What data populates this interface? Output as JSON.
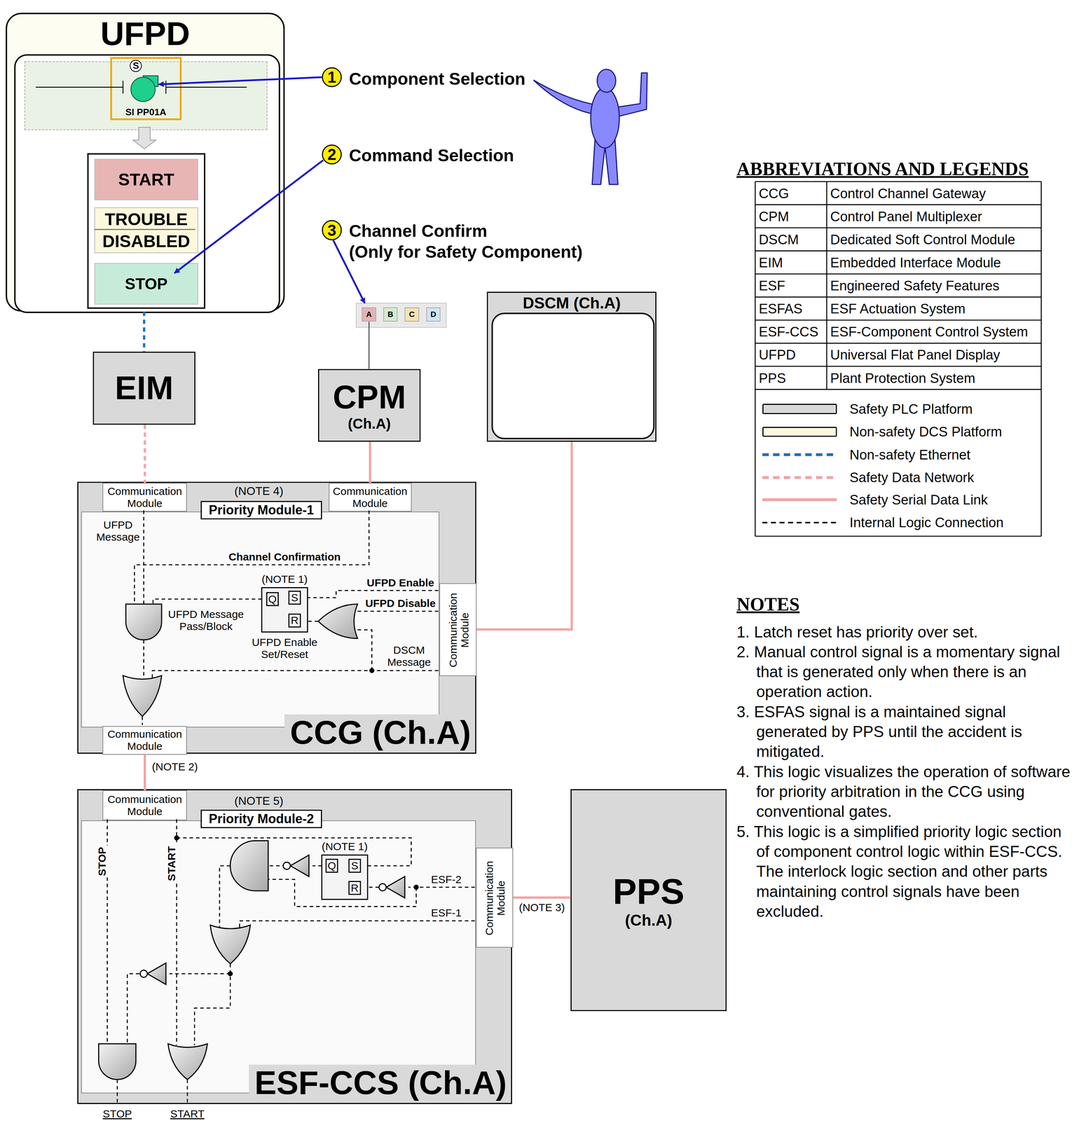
{
  "diagram": {
    "nodes": [
      {
        "text": [
          "UFPD"
        ]
      },
      {
        "text": [
          "SI PP01A"
        ],
        "in": 0
      },
      {
        "text": [
          "START"
        ],
        "in": 0
      },
      {
        "text": [
          "TROUBLE",
          "DISABLED"
        ],
        "in": 0
      },
      {
        "text": [
          "STOP"
        ],
        "in": 0
      },
      {
        "text": [
          "EIM"
        ]
      },
      {
        "text": [
          "A"
        ]
      },
      {
        "text": [
          "B"
        ]
      },
      {
        "text": [
          "C"
        ]
      },
      {
        "text": [
          "D"
        ]
      },
      {
        "text": [
          "CPM",
          "(Ch.A)"
        ]
      },
      {
        "text": [
          "DSCM (Ch.A)"
        ]
      },
      {
        "text": [
          "CCG (Ch.A)"
        ]
      },
      {
        "text": [
          "Communication Module"
        ],
        "in": 12
      },
      {
        "text": [
          "Communication Module"
        ],
        "in": 12
      },
      {
        "text": [
          "Priority Module-1"
        ],
        "in": 12
      },
      {
        "text": [
          "Communication Module"
        ],
        "in": 12
      },
      {
        "text": [
          "Communication Module"
        ],
        "in": 12
      },
      {
        "text": [
          "ESF-CCS (Ch.A)"
        ]
      },
      {
        "text": [
          "Communication Module"
        ],
        "in": 18
      },
      {
        "text": [
          "Priority Module-2"
        ],
        "in": 18
      },
      {
        "text": [
          "Communication Module"
        ],
        "in": 18
      },
      {
        "text": [
          "PPS",
          "(Ch.A)"
        ]
      }
    ],
    "edges": [
      {
        "from": 0,
        "to": 5,
        "arrow": "none"
      },
      {
        "from": 5,
        "to": 13,
        "arrow": "none"
      },
      {
        "from": 6,
        "to": 10,
        "arrow": "none"
      },
      {
        "from": 10,
        "to": 14,
        "arrow": "none"
      },
      {
        "from": 11,
        "to": 16,
        "arrow": "none"
      },
      {
        "from": 17,
        "to": 19,
        "label": "(NOTE 2)",
        "arrow": "none"
      },
      {
        "from": 22,
        "to": 21,
        "label": "(NOTE 3)",
        "arrow": "none"
      }
    ],
    "labels": [
      "S",
      "1",
      "Component Selection",
      "2",
      "Command Selection",
      "3",
      "Channel Confirm",
      "(Only for Safety Component)",
      "(NOTE 4)",
      "UFPD Message",
      "Channel Confirmation",
      "(NOTE 1)",
      "Q",
      "S",
      "R",
      "UFPD Enable",
      "UFPD Disable",
      "UFPD Message Pass/Block",
      "UFPD Enable Set/Reset",
      "DSCM Message",
      "(NOTE 5)",
      "STOP",
      "START",
      "(NOTE 1)",
      "Q",
      "S",
      "R",
      "ESF-2",
      "ESF-1",
      "STOP",
      "START",
      "ABBREVIATIONS AND LEGENDS",
      "CCG",
      "Control Channel Gateway",
      "CPM",
      "Control Panel Multiplexer",
      "DSCM",
      "Dedicated Soft Control Module",
      "EIM",
      "Embedded Interface Module",
      "ESF",
      "Engineered Safety Features",
      "ESFAS",
      "ESF Actuation System",
      "ESF-CCS",
      "ESF-Component Control System",
      "UFPD",
      "Universal Flat Panel Display",
      "PPS",
      "Plant Protection System",
      "NOTES",
      "1. Latch reset has priority over set.",
      "2. Manual control signal is a momentary signal that is generated only when there is an operation action.",
      "3. ESFAS signal is a maintained signal generated by PPS until the accident is mitigated.",
      "4. This logic visualizes the operation of software for priority arbitration in the CCG using conventional gates.",
      "5. This logic is a simplified priority logic section of component control logic within ESF-CCS. The interlock logic section and other parts maintaining control signals have been excluded."
    ],
    "legend": [
      {
        "text": "Safety PLC Platform",
        "color": "#d9d9d9"
      },
      {
        "text": "Non-safety DCS Platform",
        "color": "#fdf8dc"
      },
      {
        "text": "Non-safety Ethernet"
      },
      {
        "text": "Safety Data Network"
      },
      {
        "text": "Safety Serial Data Link"
      },
      {
        "text": "Internal Logic Connection"
      }
    ]
  }
}
